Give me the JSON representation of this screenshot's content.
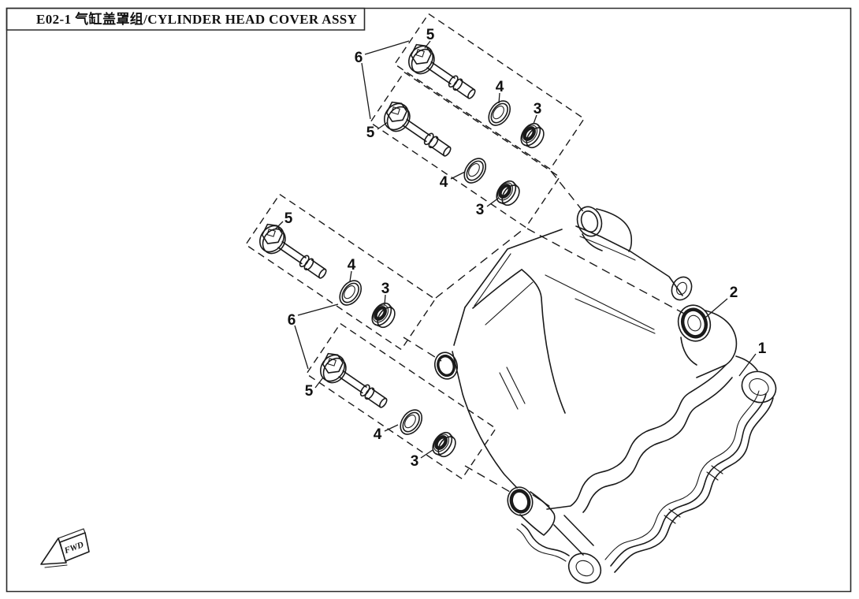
{
  "title": {
    "text": "E02-1 气缸盖罩组/CYLINDER HEAD COVER ASSY"
  },
  "direction_indicator": {
    "label": "FWD"
  },
  "colors": {
    "line": "#1a1a1a",
    "background": "#ffffff"
  },
  "callouts": {
    "c1": {
      "label": "1"
    },
    "c2": {
      "label": "2"
    },
    "c3": {
      "label": "3"
    },
    "c4": {
      "label": "4"
    },
    "c5": {
      "label": "5"
    },
    "c6": {
      "label": "6"
    }
  }
}
